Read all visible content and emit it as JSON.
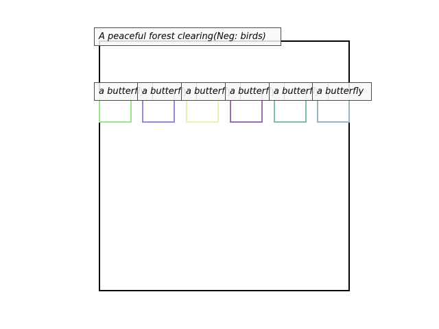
{
  "scene": {
    "prompt": "A peaceful forest clearing(Neg: birds)",
    "frame_color": "#000000"
  },
  "objects": [
    {
      "label": "a butterfly",
      "color": "#9de38f"
    },
    {
      "label": "a butterfly",
      "color": "#9785de"
    },
    {
      "label": "a butterfly",
      "color": "#e6f5b5"
    },
    {
      "label": "a butterfly",
      "color": "#9a6dae"
    },
    {
      "label": "a butterfly",
      "color": "#7bbdb1"
    },
    {
      "label": "a butterfly",
      "color": "#9db2bd"
    }
  ]
}
